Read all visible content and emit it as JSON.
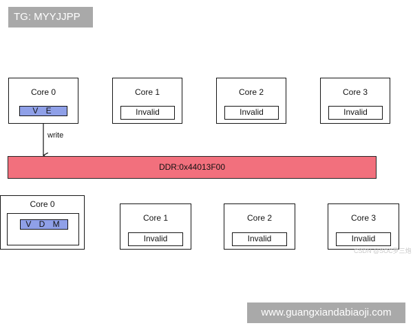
{
  "watermarks": {
    "top": "TG: MYYJJPP",
    "bottom": "www.guangxiandabiaoji.com",
    "csdn": "CSDN @SOC罗三炮"
  },
  "top_row": [
    {
      "title": "Core 0",
      "cell": "V E"
    },
    {
      "title": "Core 1",
      "cell": "Invalid"
    },
    {
      "title": "Core 2",
      "cell": "Invalid"
    },
    {
      "title": "Core 3",
      "cell": "Invalid"
    }
  ],
  "bottom_row": [
    {
      "title": "Core 0",
      "cell": "V D M"
    },
    {
      "title": "Core 1",
      "cell": "Invalid"
    },
    {
      "title": "Core 2",
      "cell": "Invalid"
    },
    {
      "title": "Core 3",
      "cell": "Invalid"
    }
  ],
  "arrow_label": "write",
  "ddr_label": "DDR:0x44013F00",
  "colors": {
    "ddr": "#f2707d",
    "highlight_cell": "#8fa0e8",
    "watermark": "#a9a9a9"
  }
}
